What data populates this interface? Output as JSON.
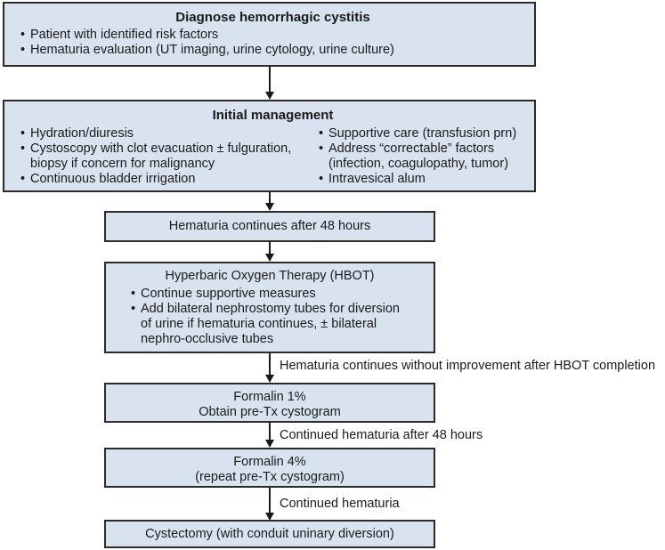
{
  "nodes": {
    "diagnose": {
      "title": "Diagnose hemorrhagic cystitis",
      "items": [
        "Patient with identified risk factors",
        "Hematuria evaluation (UT imaging, urine cytology, urine culture)"
      ]
    },
    "initial": {
      "title": "Initial management",
      "left_items": [
        "Hydration/diuresis",
        "Cystoscopy with clot evacuation ± fulguration, biopsy if concern for malignancy",
        "Continuous bladder irrigation"
      ],
      "right_items": [
        "Supportive care (transfusion prn)",
        "Address “correctable” factors (infection, coagulopathy, tumor)",
        "Intravesical alum"
      ]
    },
    "hematuria48": {
      "text": "Hematuria continues after 48 hours"
    },
    "hbot": {
      "title": "Hyperbaric Oxygen Therapy (HBOT)",
      "items": [
        "Continue supportive measures",
        "Add bilateral nephrostomy tubes for diversion of urine if hematuria continues, ± bilateral nephro-occlusive tubes"
      ]
    },
    "formalin1": {
      "line1": "Formalin 1%",
      "line2": "Obtain pre-Tx cystogram"
    },
    "formalin4": {
      "line1": "Formalin 4%",
      "line2": "(repeat pre-Tx cystogram)"
    },
    "cystectomy": {
      "text": "Cystectomy (with conduit uninary diversion)"
    }
  },
  "edges": {
    "hbot_to_formalin1": "Hematuria continues without improvement after HBOT completion",
    "formalin1_to_formalin4": "Continued hematuria after 48 hours",
    "formalin4_to_cystectomy": "Continued hematuria"
  },
  "colors": {
    "box_fill": "#d9e3f0",
    "box_border": "#2b2b2b",
    "arrow": "#1a1a1a"
  }
}
